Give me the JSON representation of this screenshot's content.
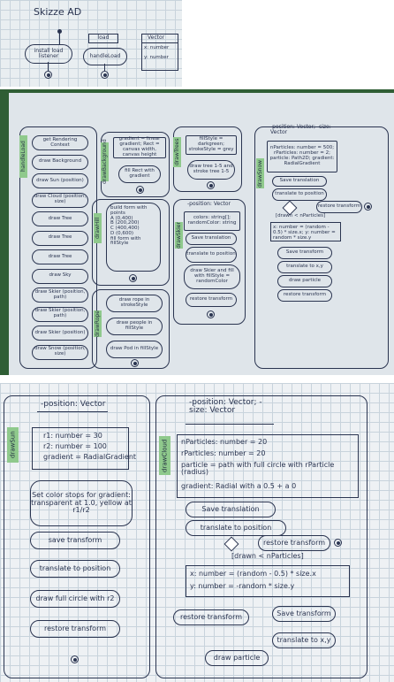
{
  "panel1": {
    "title": "Skizze AD",
    "install": "install load listener",
    "load_label": "load",
    "handle": "handleLoad",
    "vector": {
      "title": "Vector",
      "x": "x: number",
      "y": "y: number"
    }
  },
  "panel2": {
    "main": {
      "tab": "handleLoad",
      "items": [
        "get Rendering Context",
        "draw Background",
        "draw Sun (position)",
        "draw Cloud (position, size)",
        "draw Tree",
        "draw Tree",
        "draw Tree",
        "draw Sky",
        "draw Skier (position, path)",
        "draw Skier (position, path)",
        "draw Skier (position)",
        "draw Snow (position, size)"
      ]
    },
    "background": {
      "tab": "drawBackground",
      "items": [
        "gradient = linear gradient; Rect = canvas width, canvas height",
        "fill Rect with gradient"
      ]
    },
    "trees": {
      "tab": "drawTrees",
      "items": [
        "fillStyle = darkgreen; strokeStyle = grey",
        "draw tree 1-5 and stroke tree 1-5"
      ]
    },
    "hill": {
      "tab": "drawHill",
      "items": [
        "build form with points",
        "A (0,400)",
        "B (200,200)",
        "C (400,400)",
        "D (0,600)",
        "fill form with fillStyle"
      ]
    },
    "rope": {
      "tab": "drawRope",
      "items": [
        "draw rope in strokeStyle",
        "draw people in fillStyle",
        "draw Pod in fillStyle"
      ]
    },
    "skier": {
      "header": "-position: Vector",
      "tab": "drawSkier",
      "items": [
        "colors: string[]; randomColor: string",
        "Save translation",
        "translate to position",
        "draw Skier and fill with fillStyle = randomColor",
        "restore transform"
      ]
    },
    "snow": {
      "header": "-position: Vector; -size: Vector",
      "tab": "drawSnow",
      "items": [
        "nParticles: number = 500; rParticles: number = 2; particle: Path2D; gradient: RadialGradient",
        "Save translation",
        "translate to position",
        "restore transform",
        "[drawn < nParticles]",
        "x: number = (random - 0.5) * size.x; y: number = random * size.y",
        "Save transform",
        "translate to x,y",
        "draw particle",
        "restore transform"
      ]
    }
  },
  "panel3": {
    "sun": {
      "header": "-position: Vector",
      "tab": "drawSun",
      "vars": [
        "r1: number = 30",
        "r2: number = 100",
        "gradient = RadialGradient"
      ],
      "steps": [
        "Set color stops for gradient: transparent at 1.0, yellow at r1/r2",
        "save transform",
        "translate to position",
        "draw full circle with r2",
        "restore transform"
      ]
    },
    "cloud": {
      "header": "-position: Vector; -size: Vector",
      "tab": "drawCloud",
      "vars": [
        "nParticles: number = 20",
        "rParticles: number = 20",
        "particle = path with full circle with rParticle (radius)",
        "gradient: Radial with a 0.5 + a 0"
      ],
      "steps": [
        "Save translation",
        "translate to position",
        "restore transform",
        "[drawn < nParticles]",
        "x: number = (random - 0.5) * size.x",
        "y: number = -random * size.y",
        "Save transform",
        "restore transform",
        "translate to x,y",
        "draw particle"
      ]
    }
  }
}
